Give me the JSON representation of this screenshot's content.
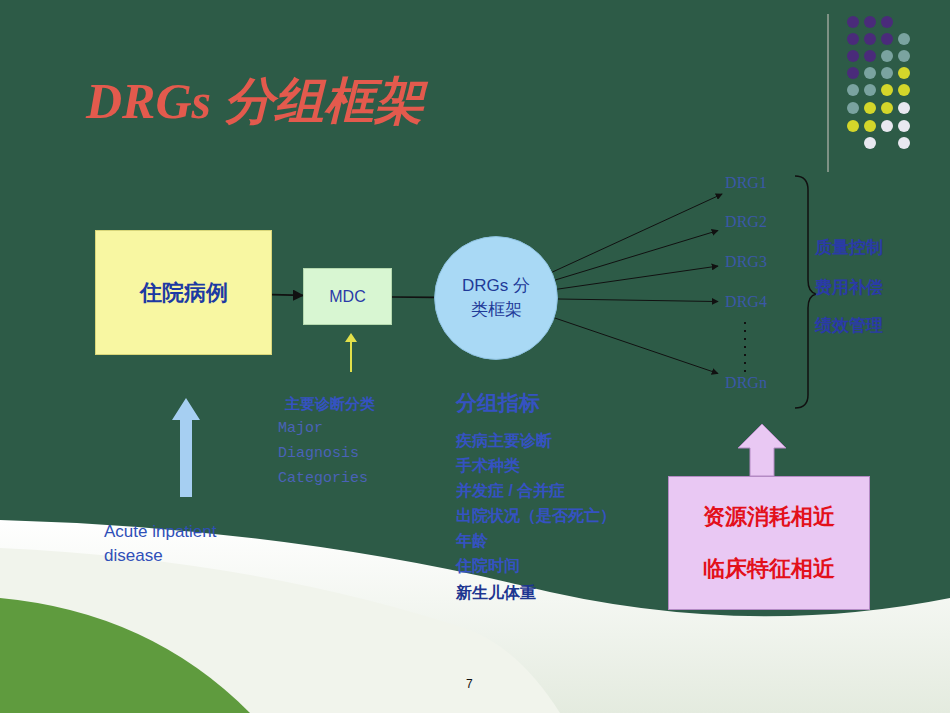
{
  "diagram": {
    "title": "DRGs 分组框架",
    "nodes": [
      {
        "text": [
          "住院病例"
        ]
      },
      {
        "text": [
          "MDC"
        ]
      },
      {
        "text": [
          "DRGs 分类框架"
        ]
      },
      {
        "text": [
          "DRG1"
        ]
      },
      {
        "text": [
          "DRG2"
        ]
      },
      {
        "text": [
          "DRG3"
        ]
      },
      {
        "text": [
          "DRG4"
        ]
      },
      {
        "text": [
          "DRGn"
        ]
      },
      {
        "text": [
          "资源消耗相近",
          "临床特征相近"
        ]
      }
    ],
    "edges": [
      {
        "from": 0,
        "to": 1,
        "arrow": "to"
      },
      {
        "from": 1,
        "to": 2,
        "arrow": "none"
      },
      {
        "from": 2,
        "to": 3,
        "arrow": "to"
      },
      {
        "from": 2,
        "to": 4,
        "arrow": "to"
      },
      {
        "from": 2,
        "to": 5,
        "arrow": "to"
      },
      {
        "from": 2,
        "to": 6,
        "arrow": "to"
      },
      {
        "from": 2,
        "to": 7,
        "arrow": "to"
      }
    ],
    "labels": [
      "主要诊断分类",
      "Major Diagnosis Categories",
      "分组指标",
      "疾病主要诊断",
      "手术种类",
      "并发症 / 合并症",
      "出院状况（是否死亡）",
      "年龄",
      "住院时间",
      "新生儿体重",
      "质量控制",
      "费用补偿",
      "绩效管理",
      "Acute inpatient disease",
      "7"
    ]
  }
}
